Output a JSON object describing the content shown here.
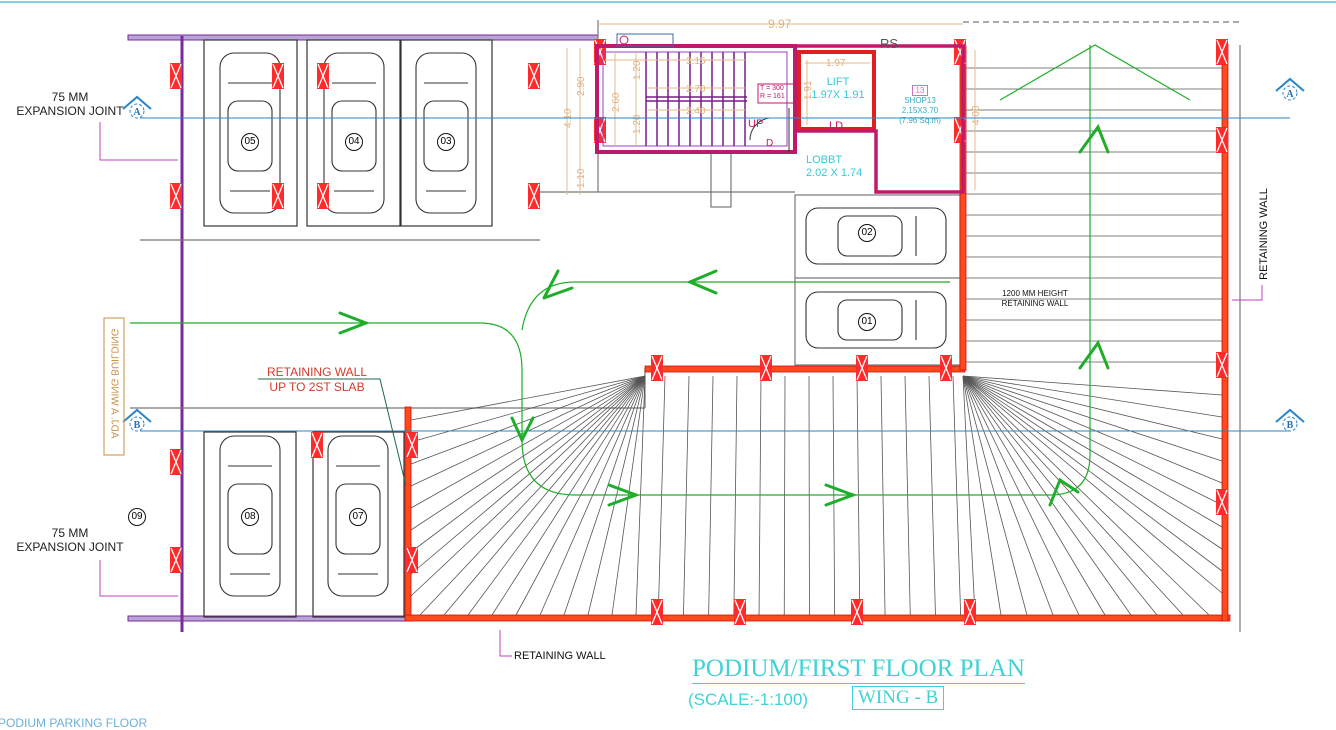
{
  "title": {
    "main": "PODIUM/FIRST  FLOOR PLAN",
    "scale": "(SCALE:-1:100)",
    "wing": "WING - B",
    "sheet_label": "PODIUM PARKING FLOOR"
  },
  "labels": {
    "expansion_joint_top": [
      "75 MM",
      "EXPANSION JOINT"
    ],
    "expansion_joint_bottom": [
      "75 MM",
      "EXPANSION JOINT"
    ],
    "retaining_wall_note": [
      "RETAINING WALL",
      "UP TO 2ST SLAB"
    ],
    "retaining_wall_bottom": "RETAINING WALL",
    "retaining_wall_right": "RETAINING WALL",
    "retaining_wall_1200": [
      "1200 MM HEIGHT",
      "RETAINING WALL"
    ],
    "adjacent_building": "ADJ. A WING BUILDING",
    "rs": "RS",
    "up": "UP",
    "d": "D",
    "ld": "LD",
    "stair_spec": [
      "T = 300",
      "R = 161"
    ],
    "lift": [
      "LIFT",
      "1.97X 1.91"
    ],
    "lobby": [
      "LOBBT",
      "2.02 X 1.74"
    ],
    "shop": {
      "number": "13",
      "name": "SHOP13",
      "size": "2.15X3.70",
      "area": "(7.96 Sq.m)"
    }
  },
  "grid_markers": [
    "A",
    "B"
  ],
  "parking_slots": [
    "05",
    "04",
    "03",
    "02",
    "01",
    "08",
    "07",
    "09"
  ],
  "dimensions": [
    "9.97",
    "4.10",
    "2.90",
    "1.10",
    "2.60",
    "1.20",
    "1.20",
    "3.15",
    "2.70",
    "2.40",
    "1.97",
    "1.91",
    "4.00"
  ],
  "colors": {
    "wall_red": "#ff3b1f",
    "stair_magenta": "#c0186a",
    "boundary_purple": "#7a2a9a",
    "grid_blue": "#2a86c8",
    "circulation_green": "#1fae2a",
    "title_cyan": "#3fd3d6",
    "dimension_tan": "#e6b98a"
  }
}
